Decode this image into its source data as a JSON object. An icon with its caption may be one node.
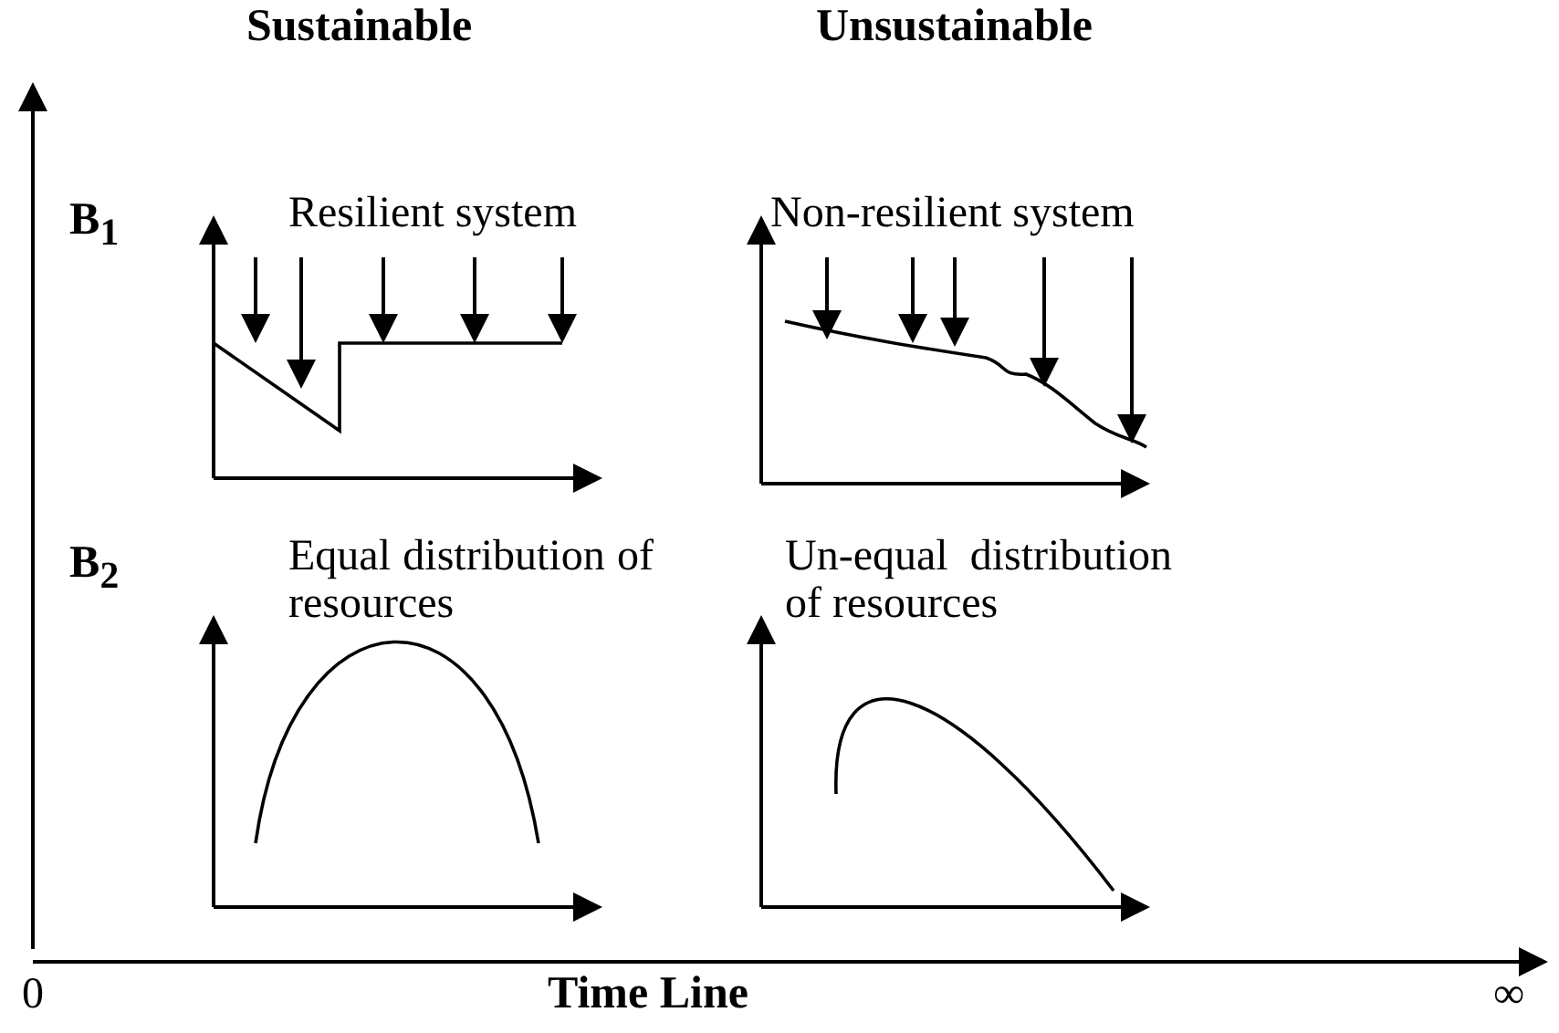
{
  "diagram": {
    "labels": [
      "Sustainable",
      "Unsustainable",
      "B$_{1}$",
      "Resilient system",
      "Non-resilient system",
      "B$_{2}$",
      "Equal distribution of resources",
      "Un-equal distribution of resources",
      "0",
      "Time Line",
      "∞"
    ]
  }
}
